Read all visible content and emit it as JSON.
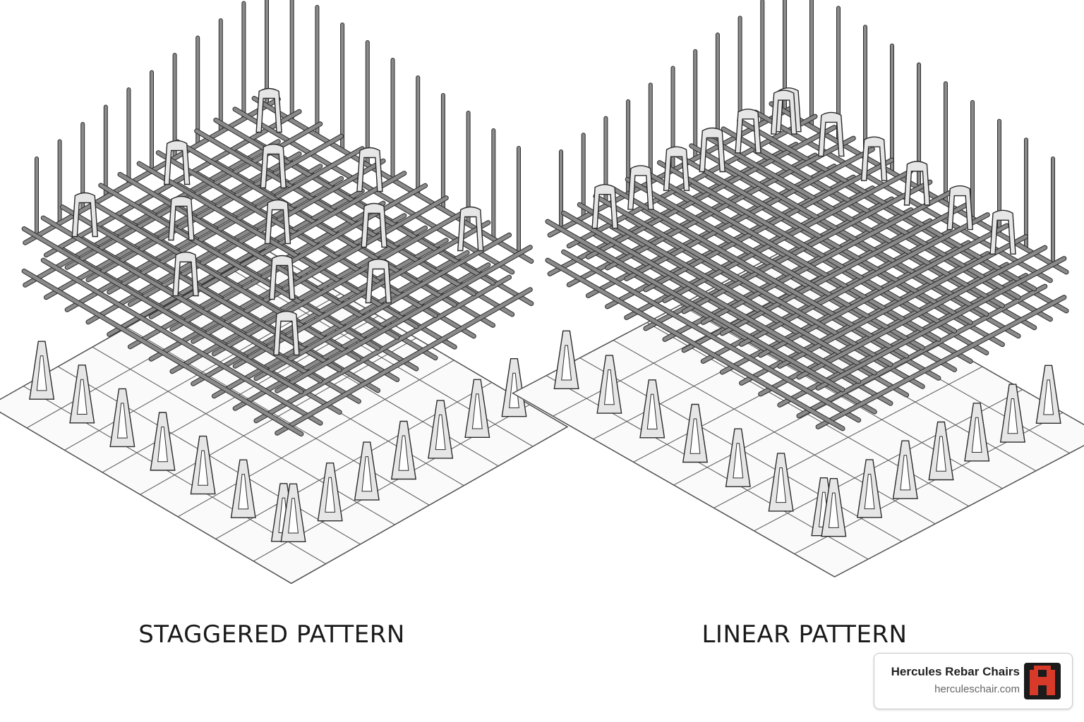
{
  "captions": {
    "left": "STAGGERED PATTERN",
    "right": "LINEAR PATTERN"
  },
  "brand": {
    "name": "Hercules Rebar Chairs",
    "url": "herculeschair.com",
    "logo_icon": "hercules-logo-icon",
    "logo_color": "#d83a2a"
  },
  "palette": {
    "line": "#2b2b2b",
    "rebar": "#8a8a8a",
    "chair": "#e6e6e6"
  }
}
